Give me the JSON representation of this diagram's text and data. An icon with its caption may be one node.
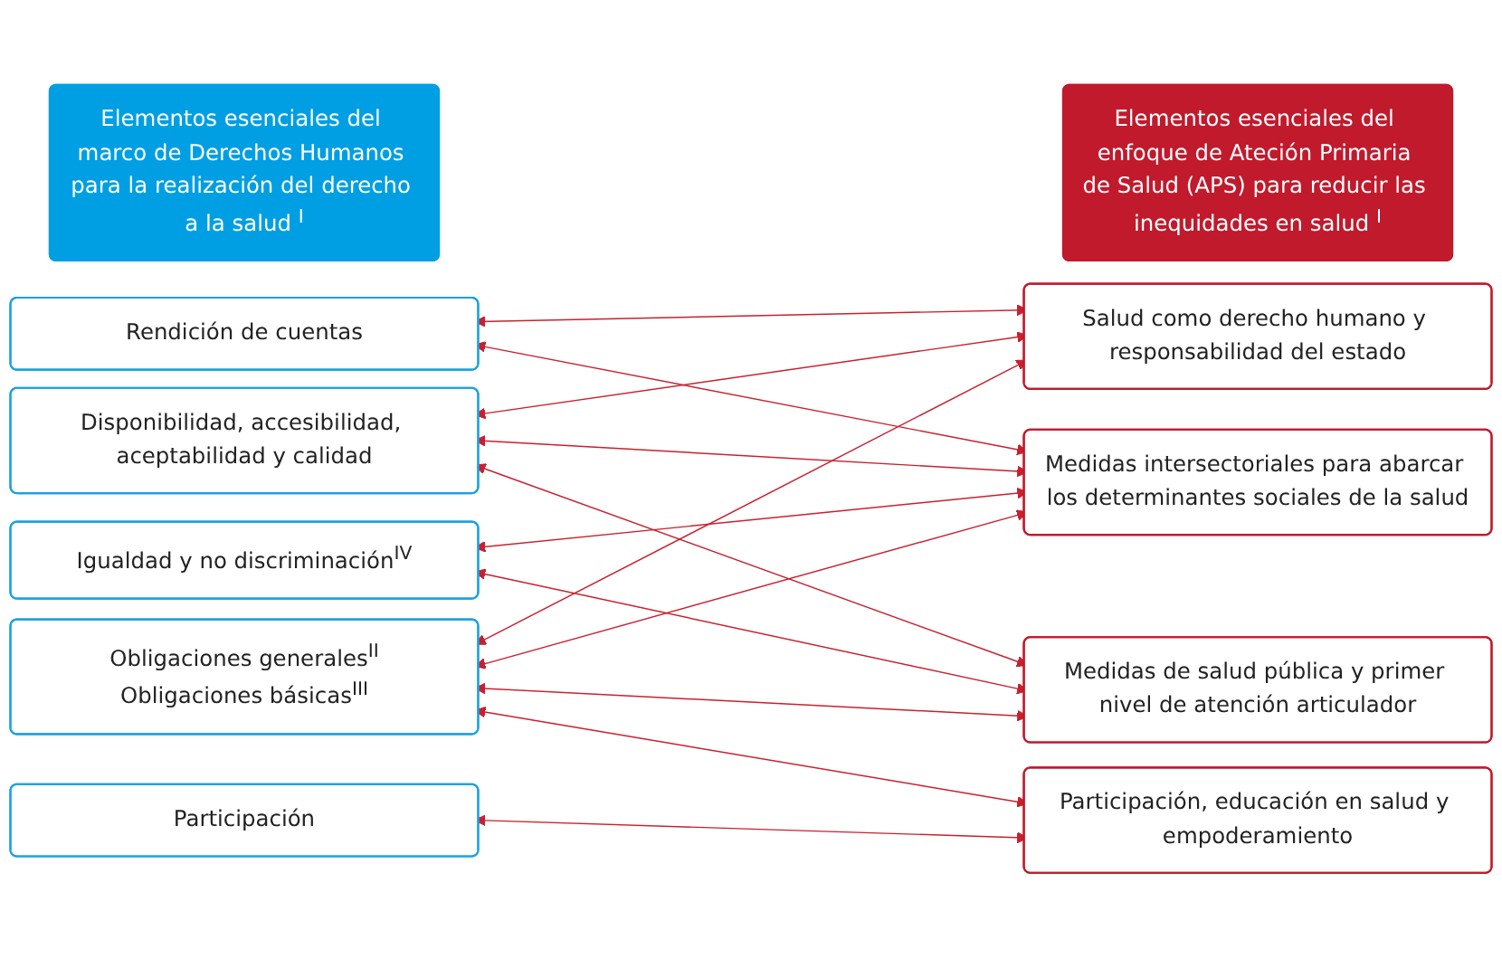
{
  "diagram": {
    "nodes": [
      {
        "text": [
          "Elementos esenciales del marco de Derechos Humanos para la realización del derecho a la salud $^{I}$"
        ]
      },
      {
        "text": [
          "Obligaciones generales$^{II}$",
          "Obligaciones básicas$^{III}$"
        ]
      },
      {
        "text": [
          "Igualdad y no discriminación$^{IV}$"
        ]
      },
      {
        "text": [
          "Participación"
        ]
      },
      {
        "text": [
          "Rendición de cuentas"
        ]
      },
      {
        "text": [
          "Disponibilidad, accesibilidad, aceptabilidad y calidad"
        ]
      },
      {
        "text": [
          "Elementos esenciales del enfoque de Ateción Primaria de Salud (APS) para reducir las inequidades en salud $^{I}$"
        ]
      },
      {
        "text": [
          "Salud como derecho humano y responsabilidad del estado"
        ]
      },
      {
        "text": [
          "Medidas de salud pública y primer nivel de atención articulador"
        ]
      },
      {
        "text": [
          "Medidas intersectoriales para abarcar los determinantes sociales de la salud"
        ]
      },
      {
        "text": [
          "Participación, educación en salud y empoderamiento"
        ]
      }
    ],
    "edges": [
      {
        "from": 1,
        "to": 7,
        "arrow": "both"
      },
      {
        "from": 1,
        "to": 8,
        "arrow": "both"
      },
      {
        "from": 1,
        "to": 9,
        "arrow": "both"
      },
      {
        "from": 1,
        "to": 10,
        "arrow": "both"
      },
      {
        "from": 2,
        "to": 8,
        "arrow": "both"
      },
      {
        "from": 2,
        "to": 9,
        "arrow": "both"
      },
      {
        "from": 3,
        "to": 10,
        "arrow": "both"
      },
      {
        "from": 4,
        "to": 7,
        "arrow": "both"
      },
      {
        "from": 4,
        "to": 9,
        "arrow": "both"
      },
      {
        "from": 5,
        "to": 7,
        "arrow": "both"
      },
      {
        "from": 5,
        "to": 8,
        "arrow": "both"
      },
      {
        "from": 5,
        "to": 9,
        "arrow": "both"
      }
    ]
  }
}
